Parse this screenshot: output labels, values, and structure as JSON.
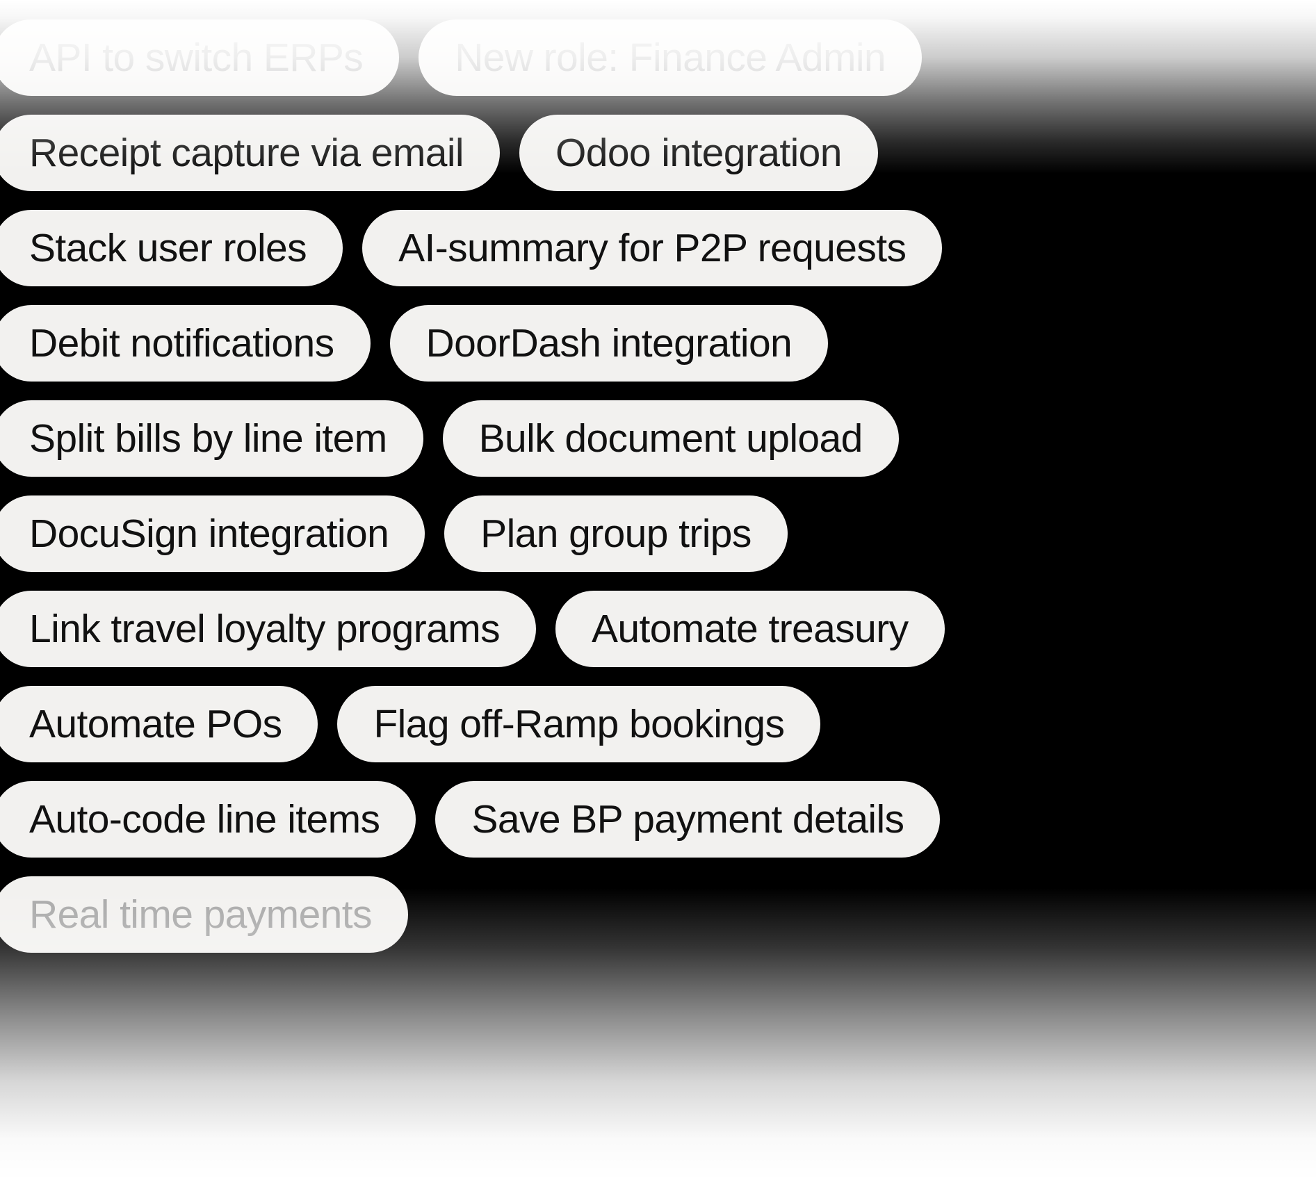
{
  "background": {
    "base_color": "#000000",
    "fade_color": "#ffffff"
  },
  "pill_style": {
    "fill": "#f2f1ef",
    "text_color": "#111111",
    "faded_text_color": "#a9a9a9"
  },
  "rows": [
    {
      "row_index": 0,
      "faded": true,
      "pills": [
        {
          "label": "API to switch ERPs"
        },
        {
          "label": "New role: Finance Admin"
        }
      ]
    },
    {
      "row_index": 1,
      "faded": false,
      "pills": [
        {
          "label": "Receipt capture via email"
        },
        {
          "label": "Odoo integration"
        }
      ]
    },
    {
      "row_index": 2,
      "faded": false,
      "pills": [
        {
          "label": "Stack user roles"
        },
        {
          "label": "AI-summary for P2P requests"
        }
      ]
    },
    {
      "row_index": 3,
      "faded": false,
      "pills": [
        {
          "label": "Debit notifications"
        },
        {
          "label": "DoorDash integration"
        }
      ]
    },
    {
      "row_index": 4,
      "faded": false,
      "pills": [
        {
          "label": "Split bills by line item"
        },
        {
          "label": "Bulk document upload"
        }
      ]
    },
    {
      "row_index": 5,
      "faded": false,
      "pills": [
        {
          "label": "DocuSign integration"
        },
        {
          "label": "Plan group trips"
        }
      ]
    },
    {
      "row_index": 6,
      "faded": false,
      "pills": [
        {
          "label": "Link travel loyalty programs"
        },
        {
          "label": "Automate treasury"
        }
      ]
    },
    {
      "row_index": 7,
      "faded": false,
      "pills": [
        {
          "label": "Automate POs"
        },
        {
          "label": "Flag off-Ramp bookings"
        }
      ]
    },
    {
      "row_index": 8,
      "faded": false,
      "pills": [
        {
          "label": "Auto-code line items"
        },
        {
          "label": "Save BP payment details"
        }
      ]
    },
    {
      "row_index": 9,
      "faded": true,
      "pills": [
        {
          "label": "Real time payments"
        }
      ]
    }
  ]
}
